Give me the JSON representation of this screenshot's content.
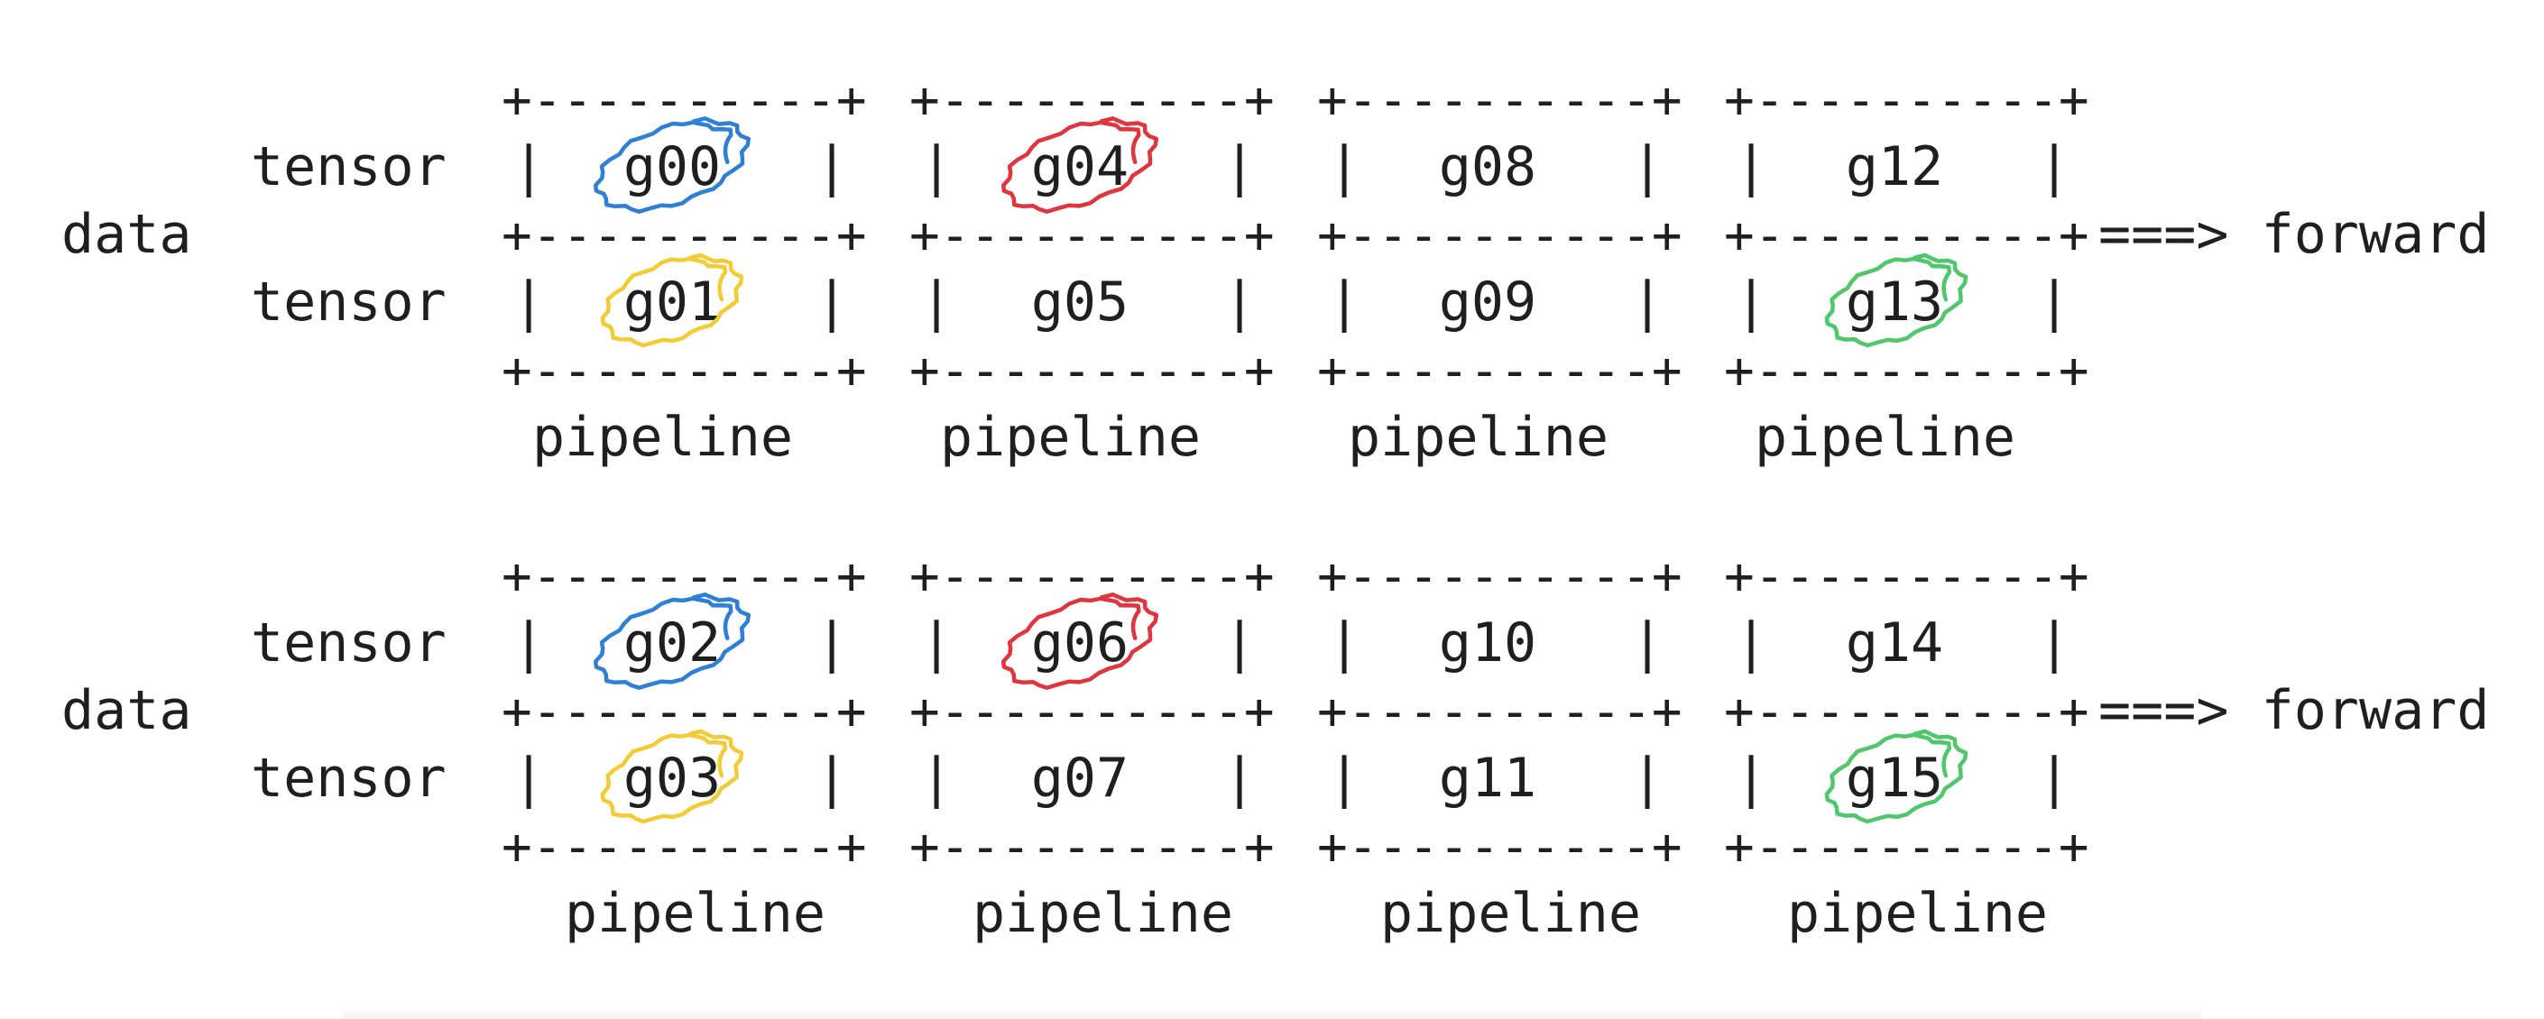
{
  "diagram": {
    "groups": [
      {
        "data_label": "data",
        "forward_label": "===> forward",
        "row_labels": [
          "tensor",
          "tensor"
        ],
        "pipeline_labels": [
          "pipeline",
          "pipeline",
          "pipeline",
          "pipeline"
        ],
        "columns": [
          {
            "top": "g00",
            "bottom": "g01"
          },
          {
            "top": "g04",
            "bottom": "g05"
          },
          {
            "top": "g08",
            "bottom": "g09"
          },
          {
            "top": "g12",
            "bottom": "g13"
          }
        ]
      },
      {
        "data_label": "data",
        "forward_label": "===> forward",
        "row_labels": [
          "tensor",
          "tensor"
        ],
        "pipeline_labels": [
          "pipeline",
          "pipeline",
          "pipeline",
          "pipeline"
        ],
        "columns": [
          {
            "top": "g02",
            "bottom": "g03"
          },
          {
            "top": "g06",
            "bottom": "g07"
          },
          {
            "top": "g10",
            "bottom": "g11"
          },
          {
            "top": "g14",
            "bottom": "g15"
          }
        ]
      }
    ],
    "border_line": "+----------+",
    "cell_edge": "|",
    "highlight_colors": {
      "blue": "#2f7fd6",
      "red": "#e0343e",
      "yellow": "#f2cc34",
      "green": "#4fc76b"
    }
  }
}
